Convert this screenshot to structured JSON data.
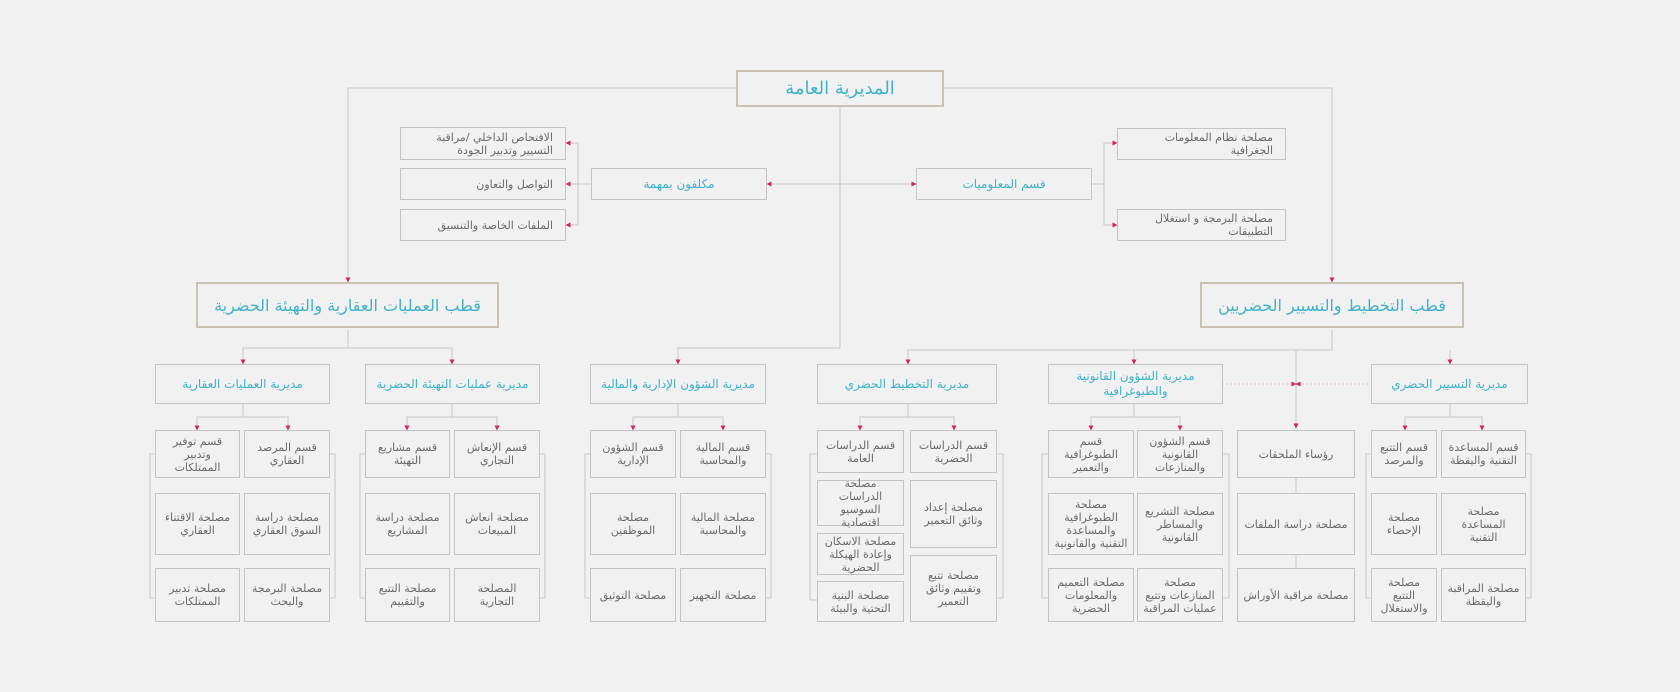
{
  "colors": {
    "background": "#f1f1f1",
    "accent_text": "#3fb2c9",
    "body_text": "#6a6a6a",
    "connector": "#c6c6c6",
    "arrow": "#d2245c"
  },
  "org": {
    "root": "المديرية العامة",
    "info_dept": "قسم المعلوميات",
    "info_units": [
      "مصلحة نظام المعلومات الجغرافية",
      "مصلحة البرمجة و استغلال التطبيقات"
    ],
    "mission": "مكلفون بمهمة",
    "mission_units": [
      "الافتحاص الداخلي /مراقبة التسيير وتدبير الجودة",
      "التواصل والتعاون",
      "الملفات الخاصة والتنسيق"
    ],
    "pole_real_estate": "قطب العمليات العقارية والتهيئة الحضرية",
    "pole_planning": "قطب التخطيط والتسيير الحضريين",
    "directorates": {
      "real_estate_ops": "مديرية العمليات العقارية",
      "urban_dev_ops": "مديرية عمليات التهيئة الحضرية",
      "admin_finance": "مديرية الشؤون الإدارية والمالية",
      "urban_planning": "مديرية التخطيط الحضري",
      "legal_topo": "مديرية الشؤون القانونية والطبوغرافية",
      "urban_management": "مديرية التسيير الحضري"
    },
    "annex_heads": "رؤساء الملحقات",
    "annex_units": [
      "مصلحة دراسة الملفات",
      "مصلحة مراقبة الأوراش"
    ],
    "units": {
      "re_a": [
        "قسم المرصد العقاري",
        "مصلحة دراسة السوق العقاري",
        "مصلحة البرمجة والبحث"
      ],
      "re_b": [
        "قسم توفير وتدبير الممتلكات",
        "مصلحة الاقتناء العقاري",
        "مصلحة تدبير الممتلكات"
      ],
      "ud_a": [
        "قسم الإنعاش التجاري",
        "مصلحة انعاش المبيعات",
        "المصلحة التجارية"
      ],
      "ud_b": [
        "قسم مشاريع التهيئة",
        "مصلحة دراسة المشاريع",
        "مصلحة التتبع والتقييم"
      ],
      "af_a": [
        "قسم المالية والمحاسبة",
        "مصلحة المالية والمحاسبة",
        "مصلحة التجهيز"
      ],
      "af_b": [
        "قسم الشؤون الإدارية",
        "مصلحة الموظفين",
        "مصلحة التوثيق"
      ],
      "up_a": [
        "قسم الدراسات الحضرية",
        "مصلحة إعداد وثائق التعمير",
        "مصلحة تتبع وتقييم وثائق التعمير"
      ],
      "up_b": [
        "قسم الدراسات العامة",
        "مصلحة الدراسات السوسيو اقتصادية",
        "مصلحة الاسكان وإعادة الهيكلة الحضرية",
        "مصلحة البنية التحتية والبيئة"
      ],
      "lt_a": [
        "قسم الشؤون القانونية والمنازعات",
        "مصلحة التشريع والمساطر القانونية",
        "مصلحة المنازعات وتتبع عمليات المراقبة"
      ],
      "lt_b": [
        "قسم الطبوغرافية والتعمير",
        "مصلحة الطبوغرافية والمساعدة التقنية والقانونية",
        "مصلحة التعميم والمعلومات الحضرية"
      ],
      "um_a": [
        "قسم المساعدة التقنية واليقظة",
        "مصلحة المساعدة التقنية",
        "مصلحة المراقبة واليقظة"
      ],
      "um_b": [
        "قسم التتبع والمرصد",
        "مصلحة الإحصاء",
        "مصلحة التتبع والاستغلال"
      ]
    }
  }
}
